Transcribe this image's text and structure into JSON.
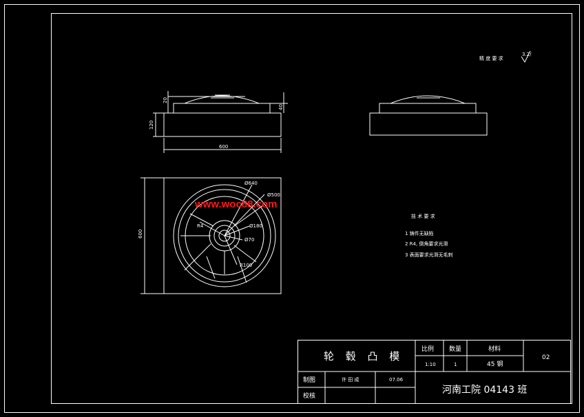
{
  "watermark": "www.woc88.com",
  "surface_note": "精 度 要 求",
  "surface_symbol": "3.2/",
  "front_view": {
    "dim_width": "600",
    "dim_height": "120",
    "dim_top_left": "20",
    "dim_top_right": "40"
  },
  "plan_view": {
    "dim_side": "600",
    "dia_640": "Ø640",
    "dia_500": "Ø500",
    "dia_180": "Ø180",
    "dia_70": "Ø70",
    "r_100": "R100",
    "r_small": "R4"
  },
  "requirements": {
    "title": "技 术 要 求",
    "items": [
      "1 铸件无缺陷",
      "2 R4, 倒角要求光滑",
      "3 表面要求光滑无毛刺"
    ]
  },
  "title_block": {
    "part_name": "轮 毂 凸 模",
    "h_scale": "比例",
    "h_qty": "数量",
    "h_material": "材料",
    "scale": "1:10",
    "qty": "1",
    "material": "45 钢",
    "drawing_no": "02",
    "drawn_label": "制图",
    "drawn_by": "许 田 成",
    "date": "07.06",
    "check_label": "校核",
    "school": "河南工院 04143 班"
  }
}
